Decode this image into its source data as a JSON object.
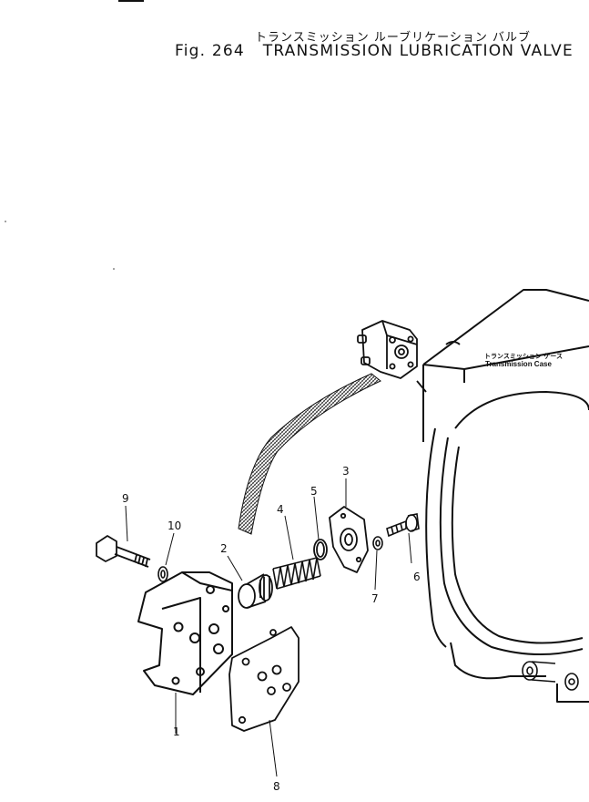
{
  "figure": {
    "title_jp": "トランスミッション ルーブリケーション バルブ",
    "number": "Fig. 264",
    "title_en": "TRANSMISSION LUBRICATION VALVE"
  },
  "case_label": {
    "jp": "トランスミッション ケース",
    "en": "Transmission Case"
  },
  "callouts": [
    "1",
    "2",
    "3",
    "4",
    "5",
    "6",
    "7",
    "8",
    "9",
    "10"
  ]
}
